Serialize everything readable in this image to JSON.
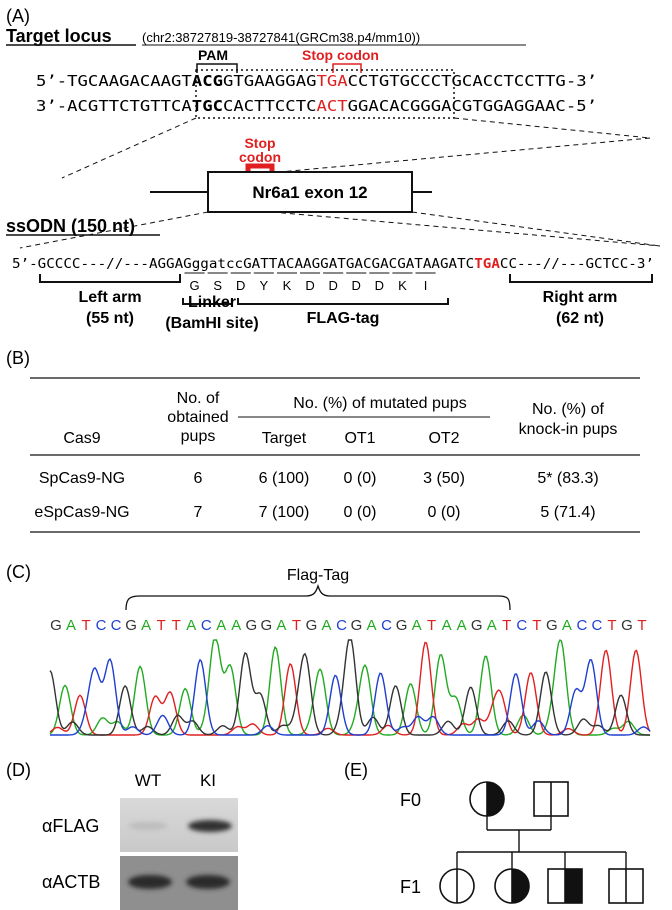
{
  "panel_a": {
    "label": "(A)",
    "title": "Target locus",
    "coords": "(chr2:38727819-38727841(GRCm38.p4/mm10))",
    "pam_label": "PAM",
    "stop_label": "Stop codon",
    "top_strand": {
      "prime5": "5’-",
      "pre": "TGCAAGACAAGT",
      "pam": "ACG",
      "mid": "GTGAAGGAG",
      "stop": "TGA",
      "post": "CCTGTGCC",
      "tail": "CTGCACCTCCTTG",
      "prime3": "-3’"
    },
    "bottom_strand": {
      "prime3": "3’-",
      "pre": "ACGTTCTGTTCA",
      "pam": "TGC",
      "mid": "CACTTCCTC",
      "stop": "ACT",
      "post": "GGACACGG",
      "tail": "GACGTGGAGGAAC",
      "prime5": "-5’"
    },
    "stop_codon_lines": [
      "Stop",
      "codon"
    ],
    "exon_label": "Nr6a1 exon 12",
    "ssodn_title": "ssODN (150 nt)",
    "ssodn": {
      "prime5": "5’",
      "left": "-GCCCC---//---AGGAG",
      "linker": "ggatcc",
      "flag": "GATTACAAGGATGACGACGATAAGATC",
      "stop": "TGA",
      "right": "CC---//---GCTCC",
      "prime3": "-3’"
    },
    "amino_acids": [
      "G",
      "S",
      "D",
      "Y",
      "K",
      "D",
      "D",
      "D",
      "D",
      "K",
      "I"
    ],
    "left_arm": [
      "Left arm",
      "(55 nt)"
    ],
    "linker": [
      "Linker",
      "(BamHI site)"
    ],
    "flag_tag": "FLAG-tag",
    "right_arm": [
      "Right arm",
      "(62 nt)"
    ]
  },
  "panel_b": {
    "label": "(B)",
    "headers": {
      "cas9": "Cas9",
      "obtained": [
        "No. of",
        "obtained",
        "pups"
      ],
      "mutated": "No. (%) of mutated pups",
      "target": "Target",
      "ot1": "OT1",
      "ot2": "OT2",
      "knockin": [
        "No. (%) of",
        "knock-in pups"
      ]
    },
    "rows": [
      {
        "cas9": "SpCas9-NG",
        "obtained": "6",
        "target": "6 (100)",
        "ot1": "0 (0)",
        "ot2": "3 (50)",
        "knockin": "5* (83.3)"
      },
      {
        "cas9": "eSpCas9-NG",
        "obtained": "7",
        "target": "7 (100)",
        "ot1": "0 (0)",
        "ot2": "0 (0)",
        "knockin": "5 (71.4)"
      }
    ]
  },
  "panel_c": {
    "label": "(C)",
    "brace_label": "Flag-Tag",
    "sequence": "GATCCGATTACAAGGATGACGACGATAAGATCTGACCTGT",
    "base_colors": {
      "A": "#22aa22",
      "T": "#e02020",
      "G": "#333333",
      "C": "#1f3fd0"
    }
  },
  "panel_d": {
    "label": "(D)",
    "lanes": [
      "WT",
      "KI"
    ],
    "rows": [
      "αFLAG",
      "αACTB"
    ]
  },
  "panel_e": {
    "label": "(E)",
    "generations": [
      "F0",
      "F1"
    ]
  }
}
